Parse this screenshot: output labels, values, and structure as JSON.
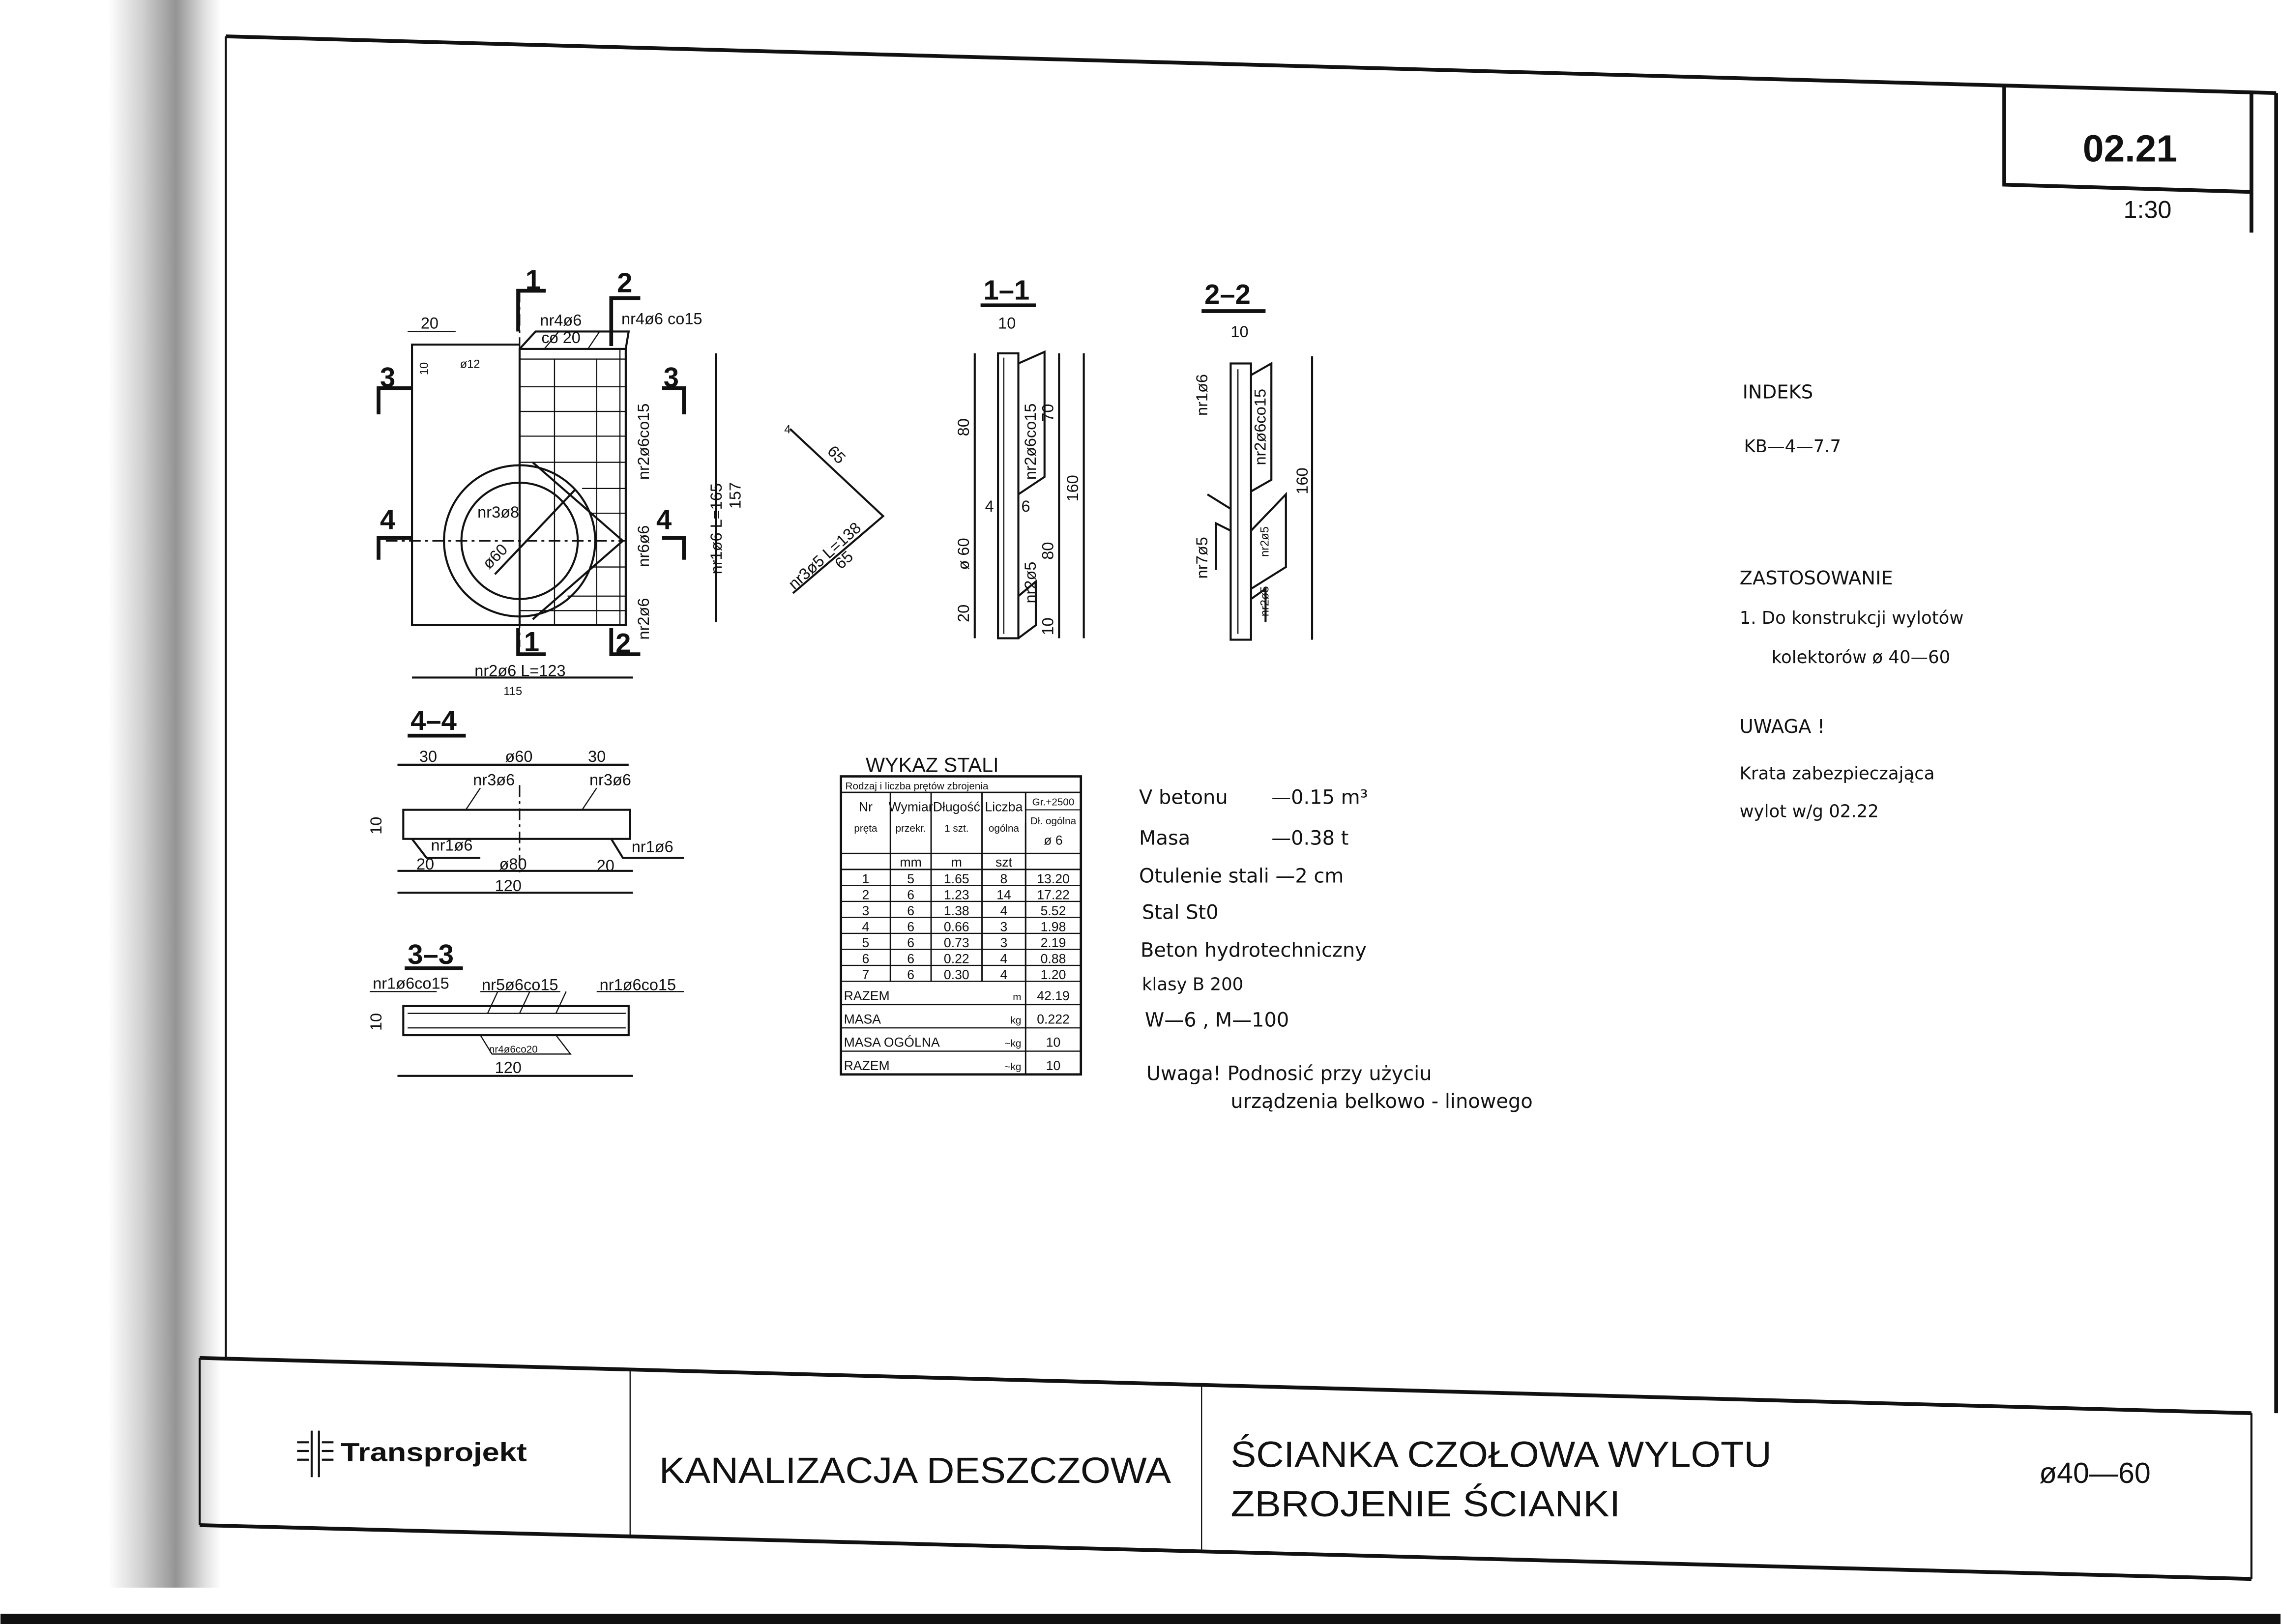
{
  "sheet": {
    "number": "02.21",
    "scale": "1:30"
  },
  "index": {
    "heading": "INDEKS",
    "value": "KB—4—7.7"
  },
  "application": {
    "heading": "ZASTOSOWANIE",
    "line1": "1.  Do  konstrukcji  wylotów",
    "line2": "kolektorów  ø  40—60"
  },
  "warning": {
    "heading": "UWAGA !",
    "line1": "Krata  zabezpieczająca",
    "line2": "wylot   w/g   02.22"
  },
  "notes": {
    "v_label": "V  betonu",
    "v_value": "—0.15  m³",
    "mass_label": "Masa",
    "mass_value": "—0.38  t",
    "cover": "Otulenie stali  —2 cm",
    "steel": "Stal   St0",
    "concrete": "Beton   hydrotechniczny",
    "class": "klasy  B 200",
    "wm": "W—6 , M—100",
    "lift1": "Uwaga!  Podnosić   przy  użyciu",
    "lift2": "urządzenia   belkowo - linowego"
  },
  "steel_table": {
    "title": "WYKAZ  STALI",
    "header_top": "Rodzaj i liczba prętów zbrojenia",
    "columns": [
      {
        "l1": "Nr",
        "l2": "pręta",
        "l3": ""
      },
      {
        "l1": "Wymiar",
        "l2": "przekr.",
        "l3": ""
      },
      {
        "l1": "Długość",
        "l2": "1 szt.",
        "l3": ""
      },
      {
        "l1": "Liczba",
        "l2": "ogólna",
        "l3": ""
      },
      {
        "l1": "Gr.+2500",
        "l2": "Dł. ogólna",
        "l3": "ø 6"
      }
    ],
    "units": [
      "",
      "mm",
      "m",
      "szt",
      ""
    ],
    "rows": [
      [
        "1",
        "5",
        "1.65",
        "8",
        "13.20"
      ],
      [
        "2",
        "6",
        "1.23",
        "14",
        "17.22"
      ],
      [
        "3",
        "6",
        "1.38",
        "4",
        "5.52"
      ],
      [
        "4",
        "6",
        "0.66",
        "3",
        "1.98"
      ],
      [
        "5",
        "6",
        "0.73",
        "3",
        "2.19"
      ],
      [
        "6",
        "6",
        "0.22",
        "4",
        "0.88"
      ],
      [
        "7",
        "6",
        "0.30",
        "4",
        "1.20"
      ]
    ],
    "summary": [
      {
        "label": "RAZEM",
        "unit": "m",
        "value": "42.19"
      },
      {
        "label": "MASA",
        "unit": "kg",
        "value": "0.222"
      },
      {
        "label": "MASA  OGÓLNA",
        "unit": "~kg",
        "value": "10"
      },
      {
        "label": "RAZEM",
        "unit": "~kg",
        "value": "10"
      }
    ]
  },
  "plan_view": {
    "sec1": "1",
    "sec2": "2",
    "sec3": "3",
    "sec4": "4",
    "dim_20": "20",
    "dim_10": "10",
    "hole": "ø12",
    "bar4": "nr4ø6",
    "bar4_spacing": "co 20",
    "bar4b": "nr4ø6 co15",
    "bar2_side": "nr2ø6co15",
    "bar6": "nr6ø6",
    "bar2_low": "nr2ø6",
    "bar3": "nr3ø8",
    "pipe": "ø60",
    "bar1": "nr1ø6   L=165",
    "height": "157",
    "bar2_bottom": "nr2ø6  L=123",
    "width": "115"
  },
  "bent_bar": {
    "leg1": "65",
    "label": "nr3ø5 L=138",
    "leg2": "65",
    "hook": "4"
  },
  "section_1_1": {
    "title": "1–1",
    "w": "10",
    "d80a": "80",
    "pipe": "ø 60",
    "d20": "20",
    "bar_top": "nr2ø6co15",
    "d70": "70",
    "d160": "160",
    "d4": "4",
    "d6": "6",
    "d80b": "80",
    "bar_low": "nr2ø5",
    "d10": "10"
  },
  "section_2_2": {
    "title": "2–2",
    "w": "10",
    "bar1": "nr1ø6",
    "bar_top": "nr2ø6co15",
    "d160": "160",
    "bar7": "nr7ø5",
    "bar_mid": "nr2ø5",
    "bar_low": "nr2ø5"
  },
  "section_4_4": {
    "title": "4–4",
    "d30a": "30",
    "pipe": "ø60",
    "d30b": "30",
    "bar3a": "nr3ø6",
    "bar3b": "nr3ø6",
    "d10": "10",
    "bar1a": "nr1ø6",
    "bar1b": "nr1ø6",
    "d20a": "20",
    "outer": "ø80",
    "d20b": "20",
    "total": "120"
  },
  "section_3_3": {
    "title": "3–3",
    "bar1a": "nr1ø6co15",
    "bar5": "nr5ø6co15",
    "bar1b": "nr1ø6co15",
    "d10": "10",
    "bar4": "nr4ø6co20",
    "total": "120"
  },
  "title_block": {
    "company": "Transprojekt",
    "project": "KANALIZACJA  DESZCZOWA",
    "title1": "ŚCIANKA  CZOŁOWA  WYLOTU",
    "title2": "ZBROJENIE  ŚCIANKI",
    "range": "ø40—60"
  }
}
